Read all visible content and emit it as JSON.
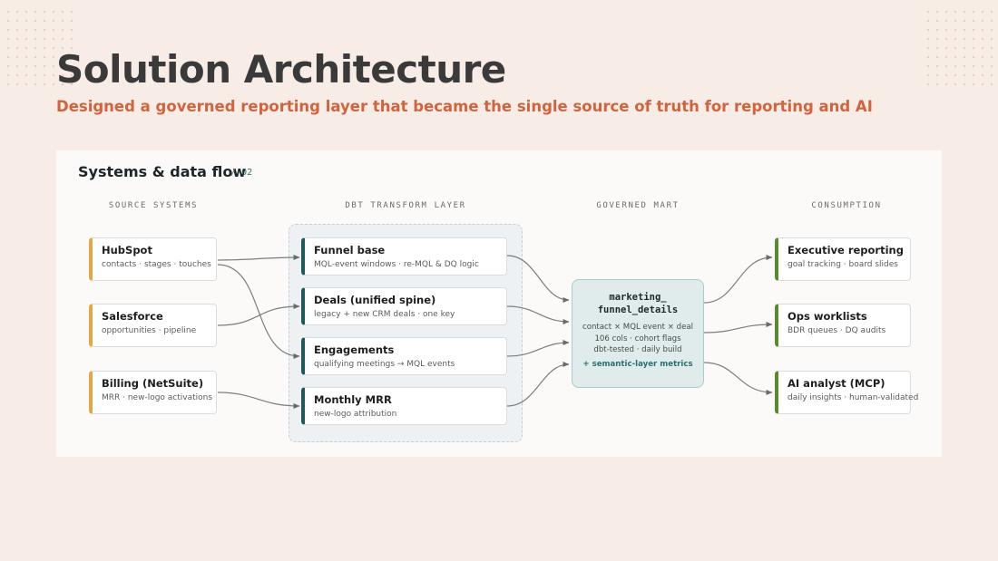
{
  "slide": {
    "title": "Solution Architecture",
    "subtitle": "Designed a governed reporting layer that became the single source of truth for reporting and AI"
  },
  "panel": {
    "title": "Systems & data flow",
    "slash": "/",
    "number": "02"
  },
  "columns": {
    "sources": "SOURCE SYSTEMS",
    "dbt": "DBT TRANSFORM LAYER",
    "mart": "GOVERNED MART",
    "consumption": "CONSUMPTION"
  },
  "sources": [
    {
      "title": "HubSpot",
      "sub": "contacts · stages · touches"
    },
    {
      "title": "Salesforce",
      "sub": "opportunities · pipeline"
    },
    {
      "title": "Billing (NetSuite)",
      "sub": "MRR · new-logo activations"
    }
  ],
  "dbt_models": [
    {
      "title": "Funnel base",
      "sub": "MQL-event windows · re-MQL & DQ logic"
    },
    {
      "title": "Deals (unified spine)",
      "sub": "legacy + new CRM deals · one key"
    },
    {
      "title": "Engagements",
      "sub": "qualifying meetings → MQL events"
    },
    {
      "title": "Monthly MRR",
      "sub": "new-logo attribution"
    }
  ],
  "mart": {
    "title_line1": "marketing_",
    "title_line2": "funnel_details",
    "line1": "contact × MQL event × deal",
    "line2": "106 cols · cohort flags",
    "line3": "dbt-tested · daily build",
    "metrics": "+ semantic-layer metrics"
  },
  "consumers": [
    {
      "title": "Executive reporting",
      "sub": "goal tracking · board slides"
    },
    {
      "title": "Ops worklists",
      "sub": "BDR queues · DQ audits"
    },
    {
      "title": "AI analyst (MCP)",
      "sub": "daily insights · human-validated"
    }
  ],
  "colors": {
    "accent_orange": "#d0643e",
    "source_bar": "#e2a843",
    "dbt_bar": "#1d5a5a",
    "consumer_bar": "#5a8a2f",
    "mart_fill": "#dfeceb"
  }
}
